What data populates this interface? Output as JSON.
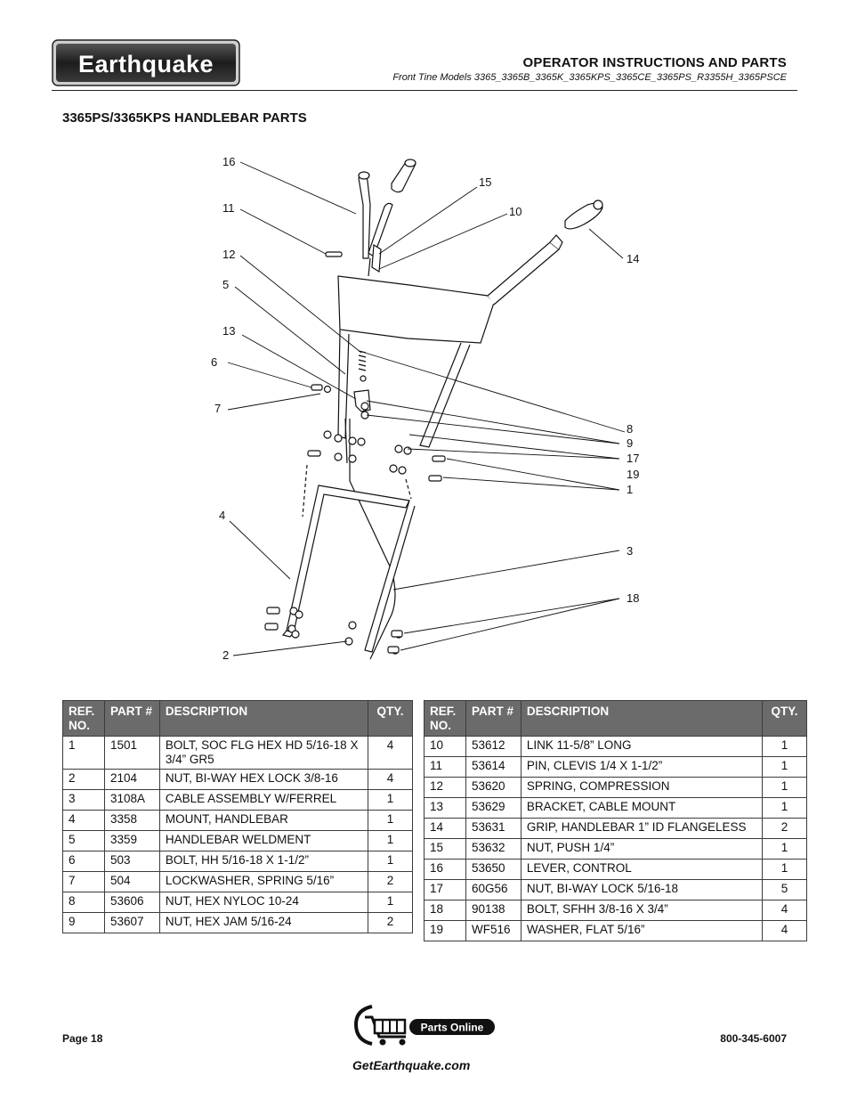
{
  "header": {
    "brand": "Earthquake",
    "title": "OPERATOR INSTRUCTIONS AND PARTS",
    "subtitle": "Front Tine Models 3365_3365B_3365K_3365KPS_3365CE_3365PS_R3355H_3365PSCE"
  },
  "section_title": "3365PS/3365KPS HANDLEBAR PARTS",
  "diagram": {
    "callouts": [
      "16",
      "11",
      "12",
      "5",
      "13",
      "6",
      "7",
      "4",
      "2",
      "15",
      "10",
      "14",
      "8",
      "9",
      "17",
      "19",
      "1",
      "3",
      "18"
    ]
  },
  "table_headers": {
    "ref": "REF. NO.",
    "part": "PART #",
    "desc": "DESCRIPTION",
    "qty": "QTY."
  },
  "parts_left": [
    {
      "ref": "1",
      "part": "1501",
      "desc": "BOLT, SOC FLG HEX HD 5/16-18 X 3/4” GR5",
      "qty": "4"
    },
    {
      "ref": "2",
      "part": "2104",
      "desc": "NUT, BI-WAY HEX LOCK 3/8-16",
      "qty": "4"
    },
    {
      "ref": "3",
      "part": "3108A",
      "desc": "CABLE ASSEMBLY W/FERREL",
      "qty": "1"
    },
    {
      "ref": "4",
      "part": "3358",
      "desc": "MOUNT, HANDLEBAR",
      "qty": "1"
    },
    {
      "ref": "5",
      "part": "3359",
      "desc": "HANDLEBAR WELDMENT",
      "qty": "1"
    },
    {
      "ref": "6",
      "part": "503",
      "desc": "BOLT, HH 5/16-18 X 1-1/2”",
      "qty": "1"
    },
    {
      "ref": "7",
      "part": "504",
      "desc": "LOCKWASHER, SPRING 5/16”",
      "qty": "2"
    },
    {
      "ref": "8",
      "part": "53606",
      "desc": "NUT, HEX NYLOC 10-24",
      "qty": "1"
    },
    {
      "ref": "9",
      "part": "53607",
      "desc": "NUT, HEX JAM 5/16-24",
      "qty": "2"
    }
  ],
  "parts_right": [
    {
      "ref": "10",
      "part": "53612",
      "desc": "LINK 11-5/8” LONG",
      "qty": "1"
    },
    {
      "ref": "11",
      "part": "53614",
      "desc": "PIN, CLEVIS 1/4 X 1-1/2”",
      "qty": "1"
    },
    {
      "ref": "12",
      "part": "53620",
      "desc": "SPRING, COMPRESSION",
      "qty": "1"
    },
    {
      "ref": "13",
      "part": "53629",
      "desc": "BRACKET, CABLE MOUNT",
      "qty": "1"
    },
    {
      "ref": "14",
      "part": "53631",
      "desc": "GRIP, HANDLEBAR 1” ID FLANGELESS",
      "qty": "2"
    },
    {
      "ref": "15",
      "part": "53632",
      "desc": "NUT, PUSH 1/4”",
      "qty": "1"
    },
    {
      "ref": "16",
      "part": "53650",
      "desc": "LEVER, CONTROL",
      "qty": "1"
    },
    {
      "ref": "17",
      "part": "60G56",
      "desc": "NUT, BI-WAY LOCK 5/16-18",
      "qty": "5"
    },
    {
      "ref": "18",
      "part": "90138",
      "desc": "BOLT, SFHH 3/8-16 X 3/4”",
      "qty": "4"
    },
    {
      "ref": "19",
      "part": "WF516",
      "desc": "WASHER, FLAT 5/16”",
      "qty": "4"
    }
  ],
  "footer": {
    "page": "Page 18",
    "phone": "800-345-6007",
    "badge": "Parts Online",
    "url": "GetEarthquake.com"
  },
  "colors": {
    "table_header_bg": "#6b6b6b",
    "logo_bg": "#2a2a2a"
  }
}
